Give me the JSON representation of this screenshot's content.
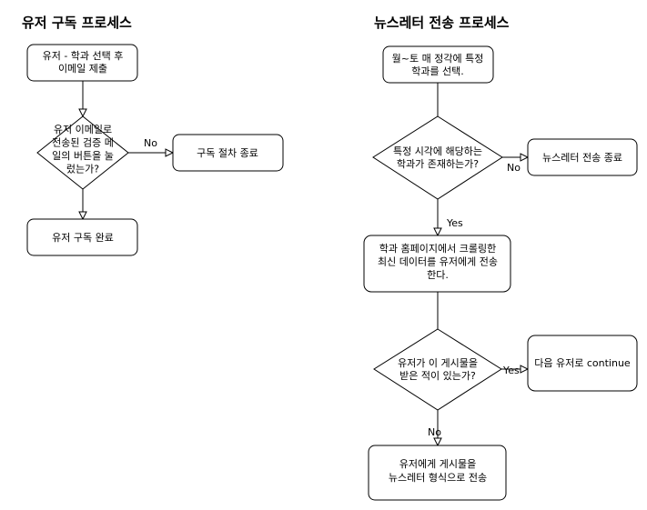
{
  "left": {
    "title": "유저 구독 프로세스",
    "start": [
      "유저 - 학과 선택 후",
      "이메일 제출"
    ],
    "decision": [
      "유저 이메일로",
      "전송된 검증 메",
      "일의 버튼을 눌",
      "렀는가?"
    ],
    "no_label": "No",
    "end_no": "구독 절차 종료",
    "end_yes": "유저 구독 완료"
  },
  "right": {
    "title": "뉴스레터 전송 프로세스",
    "start": [
      "월~토 매 정각에 특정",
      "학과를 선택."
    ],
    "decision1": [
      "특정 시각에 해당하는",
      "학과가 존재하는가?"
    ],
    "no1_label": "No",
    "end1": "뉴스레터 전송 종료",
    "yes1_label": "Yes",
    "crawl": [
      "학과 홈페이지에서 크롤링한",
      "최신 데이터를 유저에게 전송",
      "한다."
    ],
    "decision2": [
      "유저가 이 게시물을",
      "받은 적이 있는가?"
    ],
    "yes2_label": "Yes",
    "end2": "다음 유저로 continue",
    "no2_label": "No",
    "send": [
      "유저에게 게시물을",
      "뉴스레터 형식으로 전송"
    ]
  }
}
